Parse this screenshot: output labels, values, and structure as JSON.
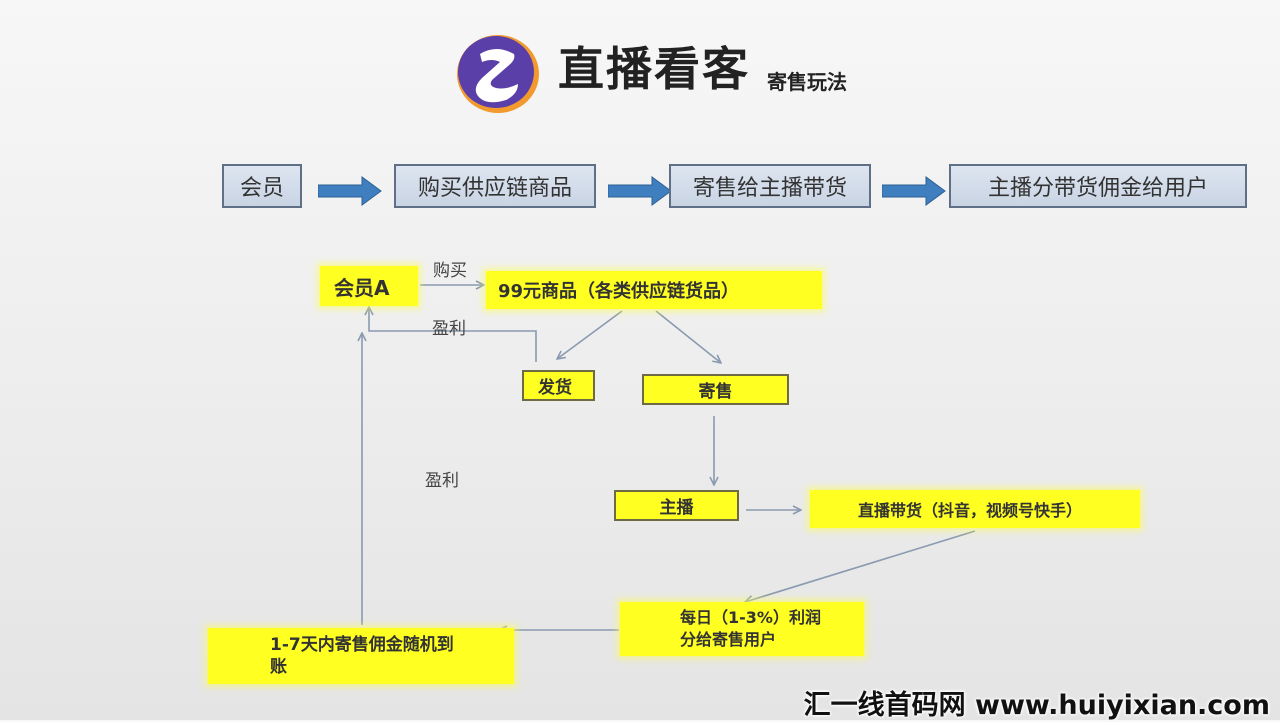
{
  "header": {
    "title": "直播看客",
    "subtitle": "寄售玩法"
  },
  "process": [
    {
      "label": "会员"
    },
    {
      "label": "购买供应链商品"
    },
    {
      "label": "寄售给主播带货"
    },
    {
      "label": "主播分带货佣金给用户"
    }
  ],
  "diagram": {
    "member_a": "会员A",
    "purchase_label": "购买",
    "product": "99元商品（各类供应链货品）",
    "profit_label_top": "盈利",
    "ship": "发货",
    "consign": "寄售",
    "profit_label_left": "盈利",
    "anchor": "主播",
    "live_selling": "直播带货（抖音，视频号快手）",
    "daily_profit_line1": "每日（1-3%）利润",
    "daily_profit_line2": "分给寄售用户",
    "commission_line1": "1-7天内寄售佣金随机到",
    "commission_line2": "账"
  },
  "watermark": "汇一线首码网 www.huiyixian.com",
  "colors": {
    "highlight_yellow": "#ffff22",
    "step_fill": "#c9d4e4",
    "arrow_blue": "#3f7fc0",
    "connector": "#8a9ab0",
    "logo_purple": "#5b3fa8",
    "logo_orange": "#f29a2e"
  }
}
